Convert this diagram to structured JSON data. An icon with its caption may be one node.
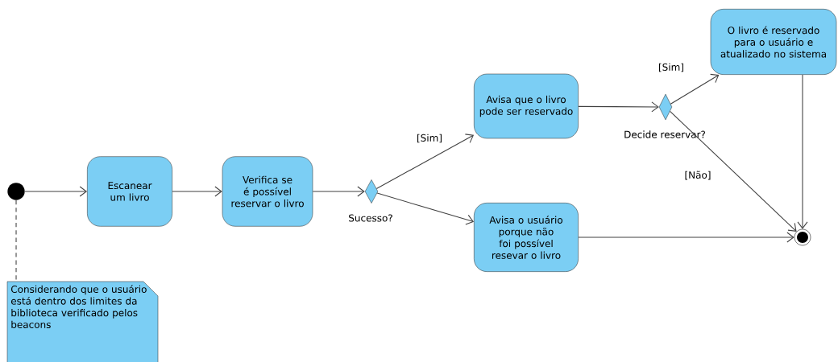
{
  "diagram": {
    "nodes": [
      {
        "text": [],
        "shape": "circle"
      },
      {
        "text": [
          "Escanear um livro"
        ]
      },
      {
        "text": [
          "Verifica se é possível reservar o livro"
        ]
      },
      {
        "text": [],
        "shape": "diamond",
        "beside": [
          "Sucesso?"
        ]
      },
      {
        "text": [
          "Avisa que o livro pode ser reservado"
        ]
      },
      {
        "text": [
          "Avisa o usuário porque não foi possível resevar o livro"
        ]
      },
      {
        "text": [],
        "shape": "diamond",
        "beside": [
          "Decide reservar?"
        ]
      },
      {
        "text": [
          "O livro é reservado para o usuário e atualizado no sistema"
        ]
      },
      {
        "text": [],
        "shape": "circle"
      },
      {
        "text": [
          "Considerando que o usuário está dentro dos limites da biblioteca verificado pelos beacons"
        ]
      }
    ],
    "edges": [
      {
        "from": 0,
        "to": 1,
        "arrow": "to"
      },
      {
        "from": 1,
        "to": 2,
        "arrow": "to"
      },
      {
        "from": 2,
        "to": 3,
        "arrow": "to"
      },
      {
        "from": 3,
        "to": 4,
        "arrow": "to",
        "label": "[Sim]"
      },
      {
        "from": 3,
        "to": 5,
        "arrow": "to"
      },
      {
        "from": 4,
        "to": 6,
        "arrow": "to"
      },
      {
        "from": 6,
        "to": 7,
        "arrow": "to",
        "label": "[Sim]"
      },
      {
        "from": 6,
        "to": 8,
        "arrow": "to",
        "label": "[Não]"
      },
      {
        "from": 7,
        "to": 8,
        "arrow": "to"
      },
      {
        "from": 5,
        "to": 8,
        "arrow": "to"
      },
      {
        "from": 0,
        "to": 9,
        "arrow": "none",
        "style": "dashed"
      }
    ]
  }
}
